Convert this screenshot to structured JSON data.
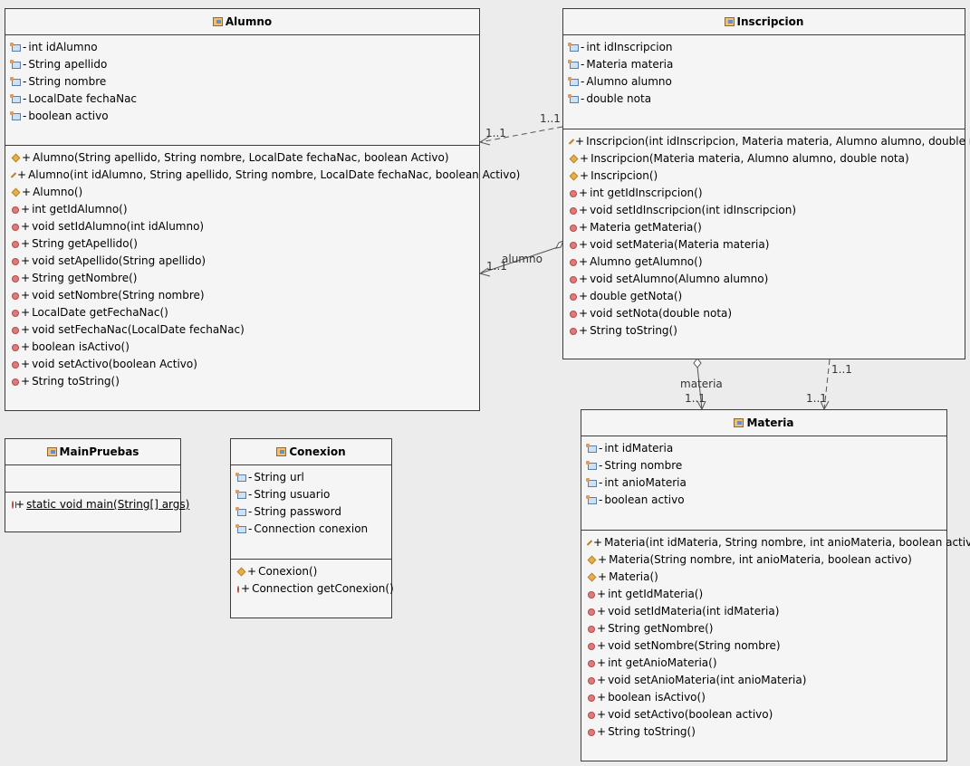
{
  "classes": {
    "alumno": {
      "name": "Alumno",
      "attributes": [
        {
          "vis": "-",
          "text": "int idAlumno"
        },
        {
          "vis": "-",
          "text": "String apellido"
        },
        {
          "vis": "-",
          "text": "String nombre"
        },
        {
          "vis": "-",
          "text": "LocalDate fechaNac"
        },
        {
          "vis": "-",
          "text": "boolean activo"
        }
      ],
      "operations": [
        {
          "kind": "constructor",
          "vis": "+",
          "text": "Alumno(String apellido, String nombre, LocalDate fechaNac, boolean Activo)"
        },
        {
          "kind": "constructor",
          "vis": "+",
          "text": "Alumno(int idAlumno, String apellido, String nombre, LocalDate fechaNac, boolean Activo)"
        },
        {
          "kind": "constructor",
          "vis": "+",
          "text": "Alumno()"
        },
        {
          "kind": "method",
          "vis": "+",
          "text": "int getIdAlumno()"
        },
        {
          "kind": "method",
          "vis": "+",
          "text": "void setIdAlumno(int idAlumno)"
        },
        {
          "kind": "method",
          "vis": "+",
          "text": "String getApellido()"
        },
        {
          "kind": "method",
          "vis": "+",
          "text": "void setApellido(String apellido)"
        },
        {
          "kind": "method",
          "vis": "+",
          "text": "String getNombre()"
        },
        {
          "kind": "method",
          "vis": "+",
          "text": "void setNombre(String nombre)"
        },
        {
          "kind": "method",
          "vis": "+",
          "text": "LocalDate getFechaNac()"
        },
        {
          "kind": "method",
          "vis": "+",
          "text": "void setFechaNac(LocalDate fechaNac)"
        },
        {
          "kind": "method",
          "vis": "+",
          "text": "boolean isActivo()"
        },
        {
          "kind": "method",
          "vis": "+",
          "text": "void setActivo(boolean Activo)"
        },
        {
          "kind": "method",
          "vis": "+",
          "text": "String toString()"
        }
      ]
    },
    "inscripcion": {
      "name": "Inscripcion",
      "attributes": [
        {
          "vis": "-",
          "text": "int idInscripcion"
        },
        {
          "vis": "-",
          "text": "Materia materia"
        },
        {
          "vis": "-",
          "text": "Alumno alumno"
        },
        {
          "vis": "-",
          "text": "double nota"
        }
      ],
      "operations": [
        {
          "kind": "constructor",
          "vis": "+",
          "text": "Inscripcion(int idInscripcion, Materia materia, Alumno alumno, double nota)"
        },
        {
          "kind": "constructor",
          "vis": "+",
          "text": "Inscripcion(Materia materia, Alumno alumno, double nota)"
        },
        {
          "kind": "constructor",
          "vis": "+",
          "text": "Inscripcion()"
        },
        {
          "kind": "method",
          "vis": "+",
          "text": "int getIdInscripcion()"
        },
        {
          "kind": "method",
          "vis": "+",
          "text": "void setIdInscripcion(int idInscripcion)"
        },
        {
          "kind": "method",
          "vis": "+",
          "text": "Materia getMateria()"
        },
        {
          "kind": "method",
          "vis": "+",
          "text": "void setMateria(Materia materia)"
        },
        {
          "kind": "method",
          "vis": "+",
          "text": "Alumno getAlumno()"
        },
        {
          "kind": "method",
          "vis": "+",
          "text": "void setAlumno(Alumno alumno)"
        },
        {
          "kind": "method",
          "vis": "+",
          "text": "double getNota()"
        },
        {
          "kind": "method",
          "vis": "+",
          "text": "void setNota(double nota)"
        },
        {
          "kind": "method",
          "vis": "+",
          "text": "String toString()"
        }
      ]
    },
    "materia": {
      "name": "Materia",
      "attributes": [
        {
          "vis": "-",
          "text": "int idMateria"
        },
        {
          "vis": "-",
          "text": "String nombre"
        },
        {
          "vis": "-",
          "text": "int anioMateria"
        },
        {
          "vis": "-",
          "text": "boolean activo"
        }
      ],
      "operations": [
        {
          "kind": "constructor",
          "vis": "+",
          "text": "Materia(int idMateria, String nombre, int anioMateria, boolean activo)"
        },
        {
          "kind": "constructor",
          "vis": "+",
          "text": "Materia(String nombre, int anioMateria, boolean activo)"
        },
        {
          "kind": "constructor",
          "vis": "+",
          "text": "Materia()"
        },
        {
          "kind": "method",
          "vis": "+",
          "text": "int getIdMateria()"
        },
        {
          "kind": "method",
          "vis": "+",
          "text": "void setIdMateria(int idMateria)"
        },
        {
          "kind": "method",
          "vis": "+",
          "text": "String getNombre()"
        },
        {
          "kind": "method",
          "vis": "+",
          "text": "void setNombre(String nombre)"
        },
        {
          "kind": "method",
          "vis": "+",
          "text": "int getAnioMateria()"
        },
        {
          "kind": "method",
          "vis": "+",
          "text": "void setAnioMateria(int anioMateria)"
        },
        {
          "kind": "method",
          "vis": "+",
          "text": "boolean isActivo()"
        },
        {
          "kind": "method",
          "vis": "+",
          "text": "void setActivo(boolean activo)"
        },
        {
          "kind": "method",
          "vis": "+",
          "text": "String toString()"
        }
      ]
    },
    "mainpruebas": {
      "name": "MainPruebas",
      "attributes": [],
      "operations": [
        {
          "kind": "static",
          "vis": "+",
          "text": "static void main(String[] args)"
        }
      ]
    },
    "conexion": {
      "name": "Conexion",
      "attributes": [
        {
          "vis": "-",
          "text": "String url"
        },
        {
          "vis": "-",
          "text": "String usuario"
        },
        {
          "vis": "-",
          "text": "String password"
        },
        {
          "vis": "-",
          "text": "Connection conexion"
        }
      ],
      "operations": [
        {
          "kind": "constructor",
          "vis": "+",
          "text": "Conexion()"
        },
        {
          "kind": "method",
          "vis": "+",
          "text": "Connection getConexion()"
        }
      ]
    }
  },
  "relations": {
    "dep_inscripcion_alumno": {
      "src_mult": "1..1",
      "dst_mult": "1..1"
    },
    "assoc_alumno": {
      "role": "alumno",
      "mult": "1..1"
    },
    "assoc_materia": {
      "role": "materia",
      "mult": "1..1"
    },
    "dep_inscripcion_materia": {
      "src_mult": "1..1",
      "dst_mult": "1..1"
    }
  }
}
